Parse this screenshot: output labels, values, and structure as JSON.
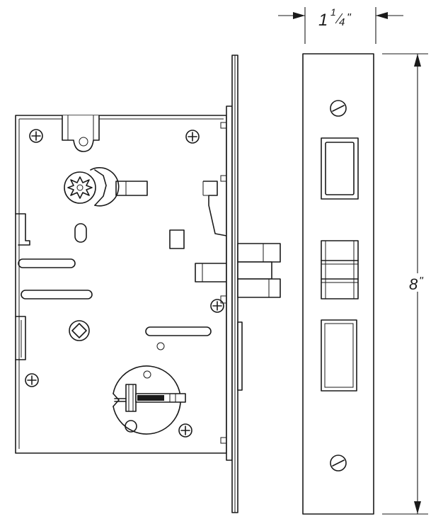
{
  "diagram": {
    "width_dimension": {
      "whole": "1",
      "numerator": "1",
      "denominator": "4",
      "unit": "\""
    },
    "height_dimension": {
      "value": "8",
      "unit": "\""
    },
    "colors": {
      "line": "#1a1a1a",
      "background": "#ffffff"
    }
  }
}
